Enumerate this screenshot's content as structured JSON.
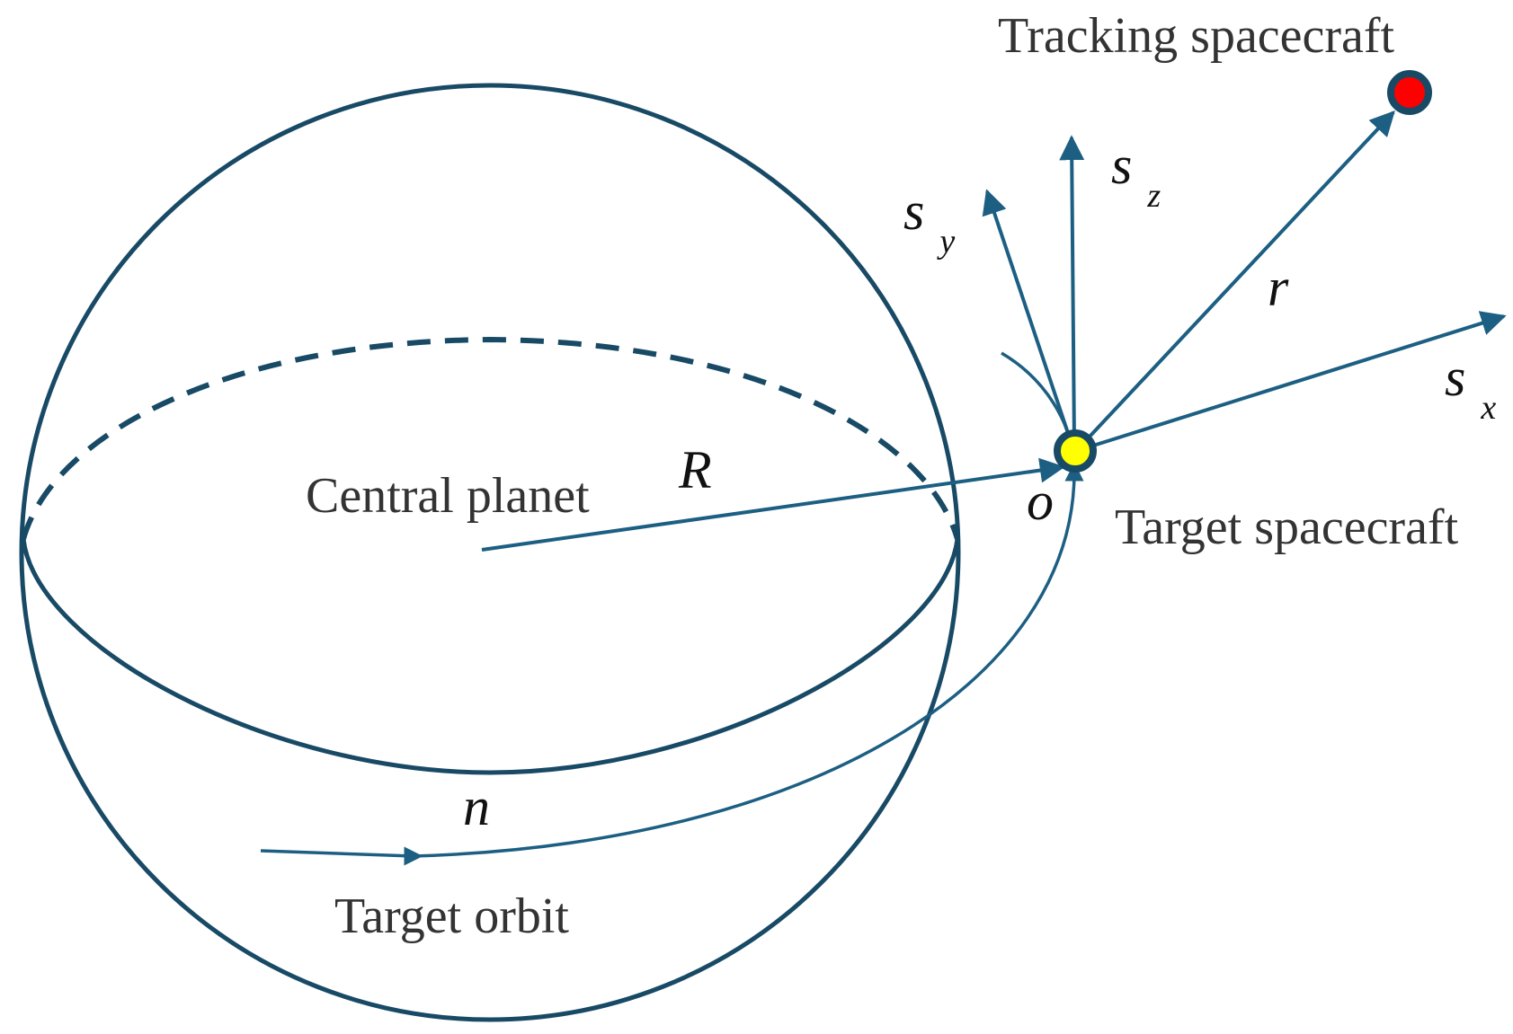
{
  "labels": {
    "tracking_spacecraft": "Tracking spacecraft",
    "central_planet": "Central planet",
    "target_spacecraft": "Target spacecraft",
    "target_orbit": "Target orbit"
  },
  "symbols": {
    "R": "R",
    "r": "r",
    "n": "n",
    "o": "o",
    "sx": {
      "base": "s",
      "sub": "x"
    },
    "sy": {
      "base": "s",
      "sub": "y"
    },
    "sz": {
      "base": "s",
      "sub": "z"
    }
  },
  "colors": {
    "planet_outline": "#184a66",
    "vector": "#1c5f82",
    "tracking_marker": "#ff0000",
    "target_marker": "#ffff00",
    "text": "#333333"
  }
}
